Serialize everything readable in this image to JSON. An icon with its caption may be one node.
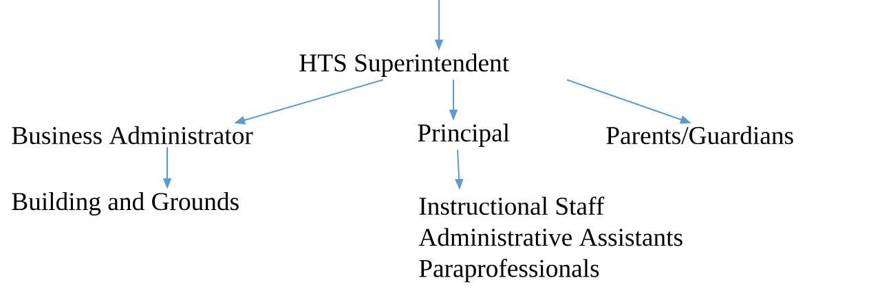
{
  "diagram": {
    "nodes": [
      {
        "text": [
          "HTS Superintendent"
        ]
      },
      {
        "text": [
          "Business Administrator"
        ]
      },
      {
        "text": [
          "Principal"
        ]
      },
      {
        "text": [
          "Parents/Guardians"
        ]
      },
      {
        "text": [
          "Building and Grounds"
        ]
      },
      {
        "text": [
          "Instructional Staff",
          "Administrative Assistants",
          "Paraprofessionals"
        ]
      }
    ],
    "edges": [
      {
        "from": null,
        "to": 0,
        "arrow": "to"
      },
      {
        "from": 0,
        "to": 1,
        "arrow": "to"
      },
      {
        "from": 0,
        "to": 2,
        "arrow": "to"
      },
      {
        "from": 0,
        "to": 3,
        "arrow": "to"
      },
      {
        "from": 1,
        "to": 4,
        "arrow": "to"
      },
      {
        "from": 2,
        "to": 5,
        "arrow": "to"
      }
    ]
  }
}
